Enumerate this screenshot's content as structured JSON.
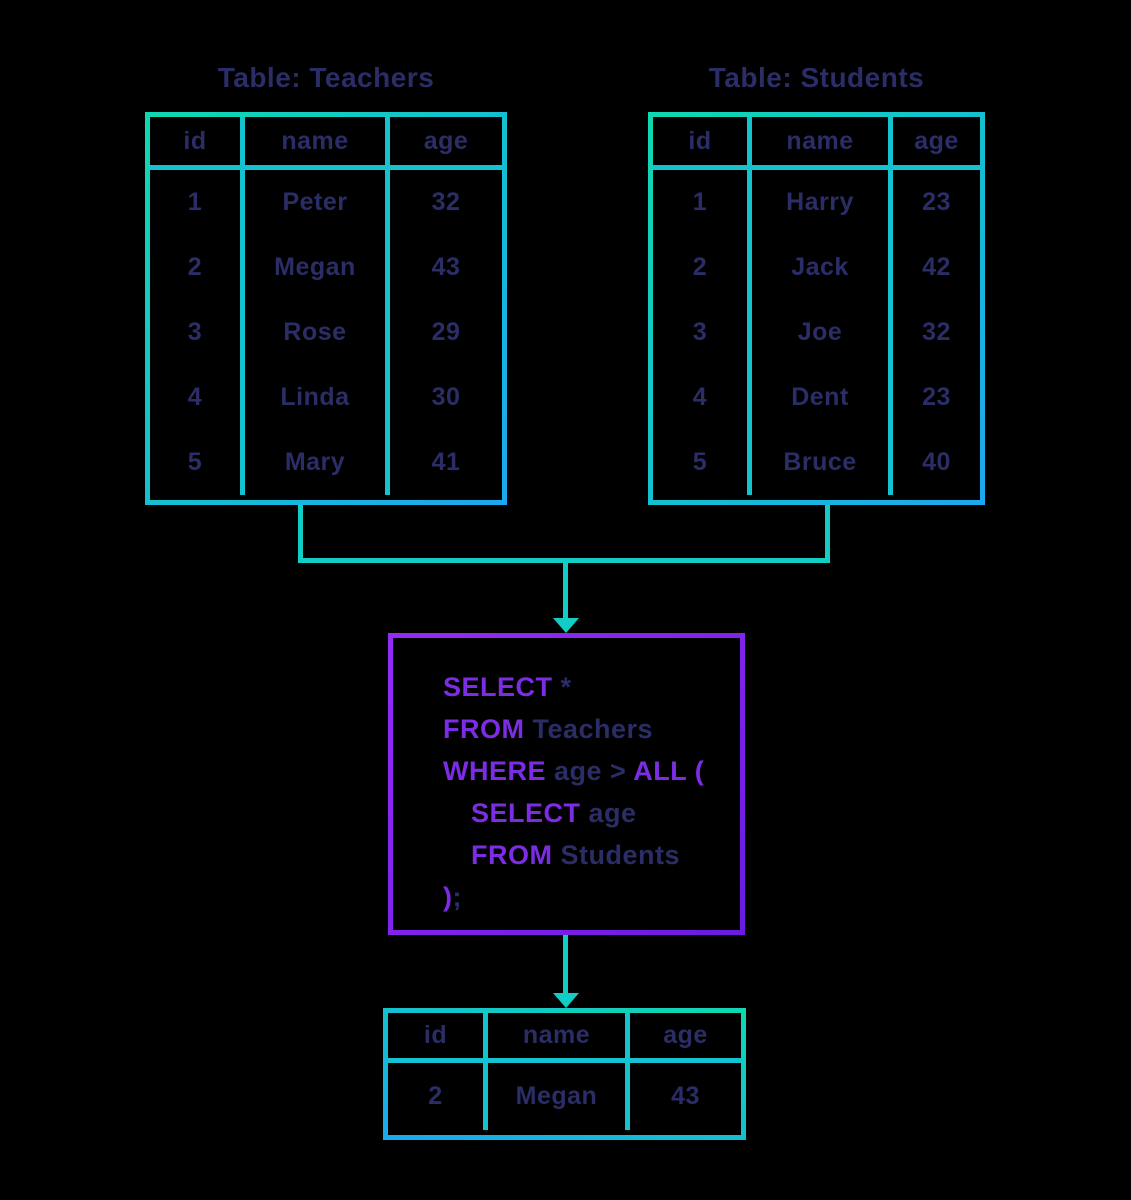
{
  "diagram": {
    "teachers": {
      "title": "Table: Teachers",
      "columns": [
        "id",
        "name",
        "age"
      ],
      "rows": [
        [
          "1",
          "Peter",
          "32"
        ],
        [
          "2",
          "Megan",
          "43"
        ],
        [
          "3",
          "Rose",
          "29"
        ],
        [
          "4",
          "Linda",
          "30"
        ],
        [
          "5",
          "Mary",
          "41"
        ]
      ]
    },
    "students": {
      "title": "Table: Students",
      "columns": [
        "id",
        "name",
        "age"
      ],
      "rows": [
        [
          "1",
          "Harry",
          "23"
        ],
        [
          "2",
          "Jack",
          "42"
        ],
        [
          "3",
          "Joe",
          "32"
        ],
        [
          "4",
          "Dent",
          "23"
        ],
        [
          "5",
          "Bruce",
          "40"
        ]
      ]
    },
    "query": {
      "lines": [
        {
          "indent": false,
          "segments": [
            {
              "text": "SELECT",
              "kw": true
            },
            {
              "text": " *",
              "kw": false
            }
          ]
        },
        {
          "indent": false,
          "segments": [
            {
              "text": "FROM",
              "kw": true
            },
            {
              "text": " Teachers",
              "kw": false
            }
          ]
        },
        {
          "indent": false,
          "segments": [
            {
              "text": "WHERE",
              "kw": true
            },
            {
              "text": " age > ",
              "kw": false
            },
            {
              "text": "ALL (",
              "kw": true
            }
          ]
        },
        {
          "indent": true,
          "segments": [
            {
              "text": "SELECT",
              "kw": true
            },
            {
              "text": " age",
              "kw": false
            }
          ]
        },
        {
          "indent": true,
          "segments": [
            {
              "text": "FROM",
              "kw": true
            },
            {
              "text": " Students",
              "kw": false
            }
          ]
        },
        {
          "indent": false,
          "segments": [
            {
              "text": ")",
              "kw": true
            },
            {
              "text": ";",
              "kw": false
            }
          ]
        }
      ]
    },
    "result": {
      "columns": [
        "id",
        "name",
        "age"
      ],
      "rows": [
        [
          "2",
          "Megan",
          "43"
        ]
      ]
    },
    "colors": {
      "table_border_teal": "#0fd8b0",
      "table_border_cyan": "#1aa8ee",
      "connector_teal": "#12cdc5",
      "box_border_purple": "#932df5",
      "sql_keyword_purple": "#7c2ce4",
      "text_navy": "#2b2d66"
    }
  }
}
